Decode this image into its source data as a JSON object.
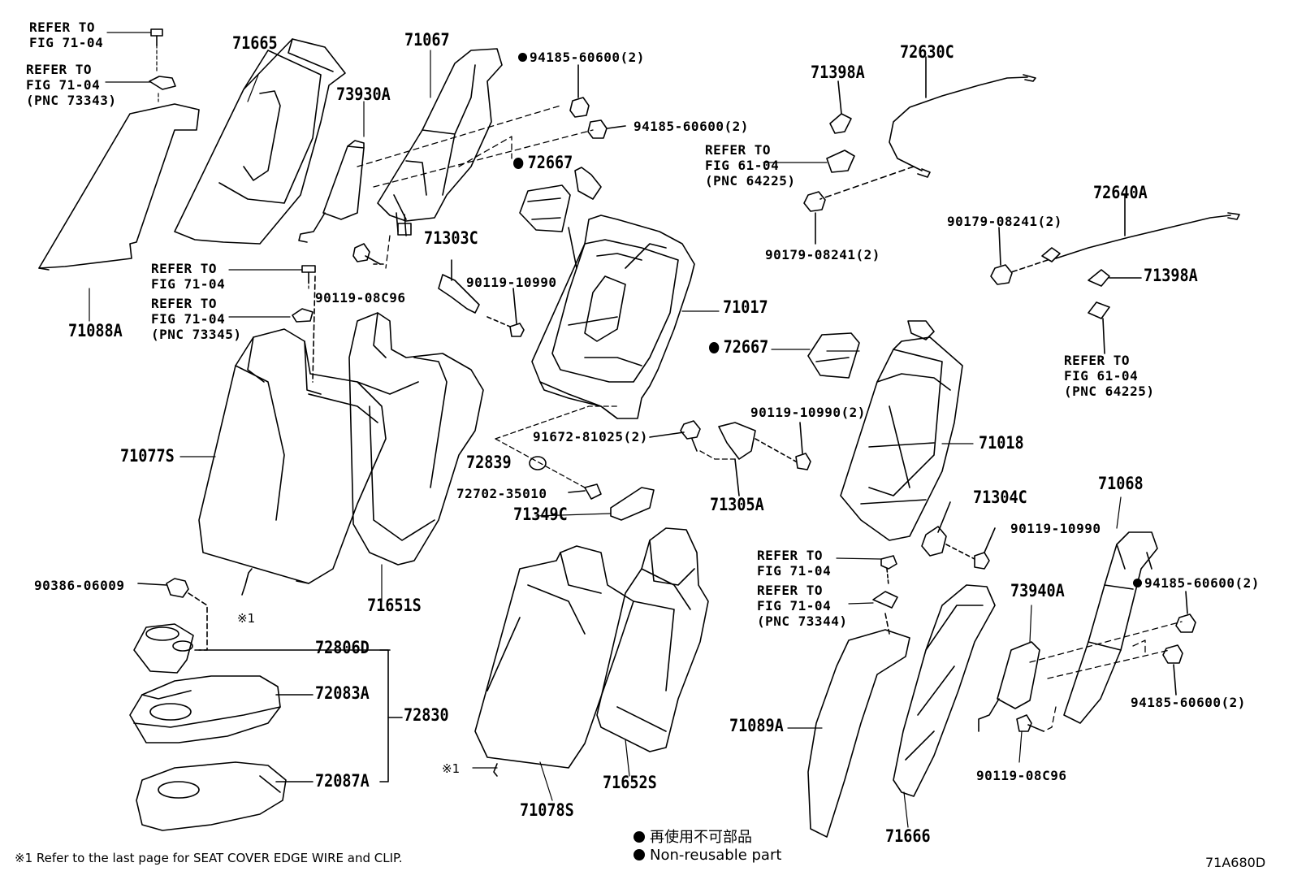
{
  "refs": {
    "r1": "REFER TO\nFIG 71-04",
    "r2": "REFER TO\nFIG 71-04\n(PNC 73343)",
    "r3": "REFER TO\nFIG 71-04",
    "r4": "REFER TO\nFIG 71-04\n(PNC 73345)",
    "r5": "REFER TO\nFIG 61-04\n(PNC 64225)",
    "r6": "REFER TO\nFIG 61-04\n(PNC 64225)",
    "r7": "REFER TO\nFIG 71-04",
    "r8": "REFER TO\nFIG 71-04\n(PNC 73344)"
  },
  "parts": {
    "p71665": "71665",
    "p71067": "71067",
    "p94185a": "94185-60600(2)",
    "p94185b": "94185-60600(2)",
    "p73930A": "73930A",
    "p71088A": "71088A",
    "p72667a": "72667",
    "p71303C": "71303C",
    "p90119_10990a": "90119-10990",
    "p90119_08C96a": "90119-08C96",
    "p71017": "71017",
    "p71398Aa": "71398A",
    "p72630C": "72630C",
    "p90179a": "90179-08241(2)",
    "p90179b": "90179-08241(2)",
    "p72640A": "72640A",
    "p71398Ab": "71398A",
    "p72667b": "72667",
    "p71077S": "71077S",
    "p91672": "91672-81025(2)",
    "p90119_10990b": "90119-10990(2)",
    "p72839": "72839",
    "p72702": "72702-35010",
    "p71349C": "71349C",
    "p71305A": "71305A",
    "p71018": "71018",
    "p71304C": "71304C",
    "p90119_10990c": "90119-10990",
    "p71068": "71068",
    "p94185c": "94185-60600(2)",
    "p94185d": "94185-60600(2)",
    "p90386": "90386-06009",
    "p71651S": "71651S",
    "p72806D": "72806D",
    "p72083A": "72083A",
    "p72830": "72830",
    "p72087A": "72087A",
    "p71078S": "71078S",
    "p71652S": "71652S",
    "p71089A": "71089A",
    "p71666": "71666",
    "p73940A": "73940A",
    "p90119_08C96b": "90119-08C96"
  },
  "marks": {
    "note_ref_left": "※1",
    "note_ref_mid": "※1"
  },
  "legend": {
    "line1": "再使用不可部品",
    "line2": "Non-reusable part"
  },
  "footnote": "※1 Refer to the last page for SEAT COVER EDGE WIRE and CLIP.",
  "figure_code": "71A680D"
}
